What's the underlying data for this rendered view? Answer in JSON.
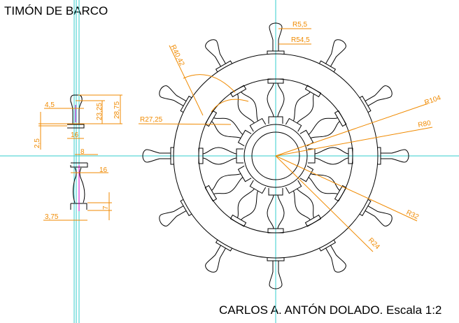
{
  "title": "TIMÓN DE BARCO",
  "footer": "CARLOS A. ANTÓN DOLADO. Escala 1:2",
  "colors": {
    "drawing": "#000000",
    "dimensions": "#f08a00",
    "axes": "#33cccc",
    "centerline": "#cc00cc"
  },
  "dimensions": {
    "r5_5": "R5,5",
    "r54_5": "R54,5",
    "r40_42": "R40,42",
    "r27_25": "R27,25",
    "r104": "R104",
    "r80": "R80",
    "r32": "R32",
    "r24": "R24",
    "d4_5": "4,5",
    "d23_25": "23,25",
    "d28_75": "28,75",
    "d16a": "16",
    "d2_5": "2,5",
    "d8": "8",
    "d16b": "16",
    "d7": "7",
    "d3_75": "3,75"
  }
}
